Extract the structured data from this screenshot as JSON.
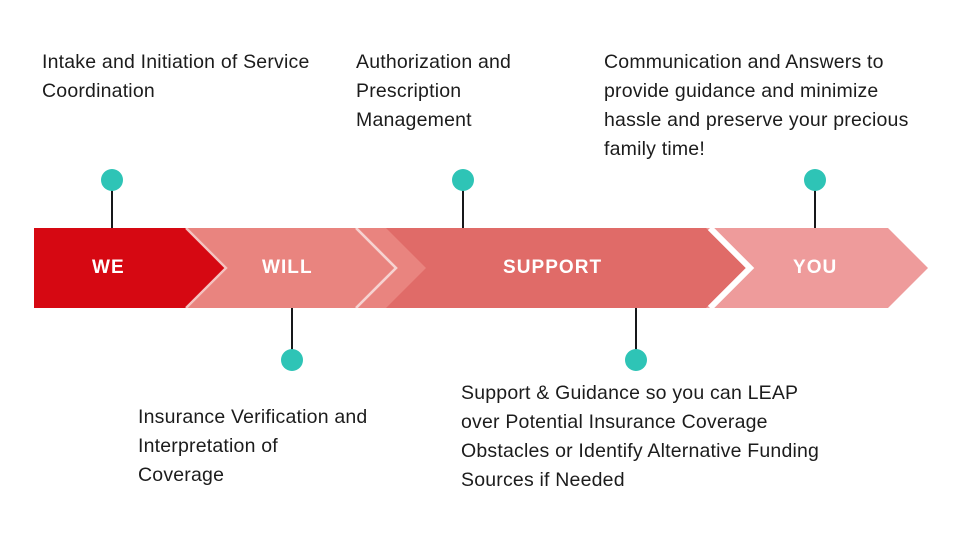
{
  "graphic": {
    "title": "WE WILL SUPPORT YOU",
    "background_color": "#ffffff",
    "accent_dot_color": "#2ec4b6",
    "connector_color": "#17181a"
  },
  "band": {
    "segments": [
      {
        "label": "WE",
        "color": "#d60812",
        "text_color": "#ffffff"
      },
      {
        "label": "WILL",
        "color": "#e9847f",
        "text_color": "#ffffff"
      },
      {
        "label": "SUPPORT",
        "color": "#e06b68",
        "text_color": "#ffffff"
      },
      {
        "label": "YOU",
        "color": "#ee9b9b",
        "text_color": "#ffffff"
      }
    ]
  },
  "callouts": {
    "top": [
      {
        "text": "Intake and Initiation of Service Coordination"
      },
      {
        "text": "Authorization and Prescription Management"
      },
      {
        "text": "Communication and Answers to provide guidance and minimize hassle and preserve your precious family time!"
      }
    ],
    "bottom": [
      {
        "text": "Insurance Verification and Interpretation of Coverage"
      },
      {
        "text": "Support & Guidance so you can LEAP over Potential Insurance Coverage Obstacles or Identify Alternative Funding Sources if Needed"
      }
    ]
  }
}
